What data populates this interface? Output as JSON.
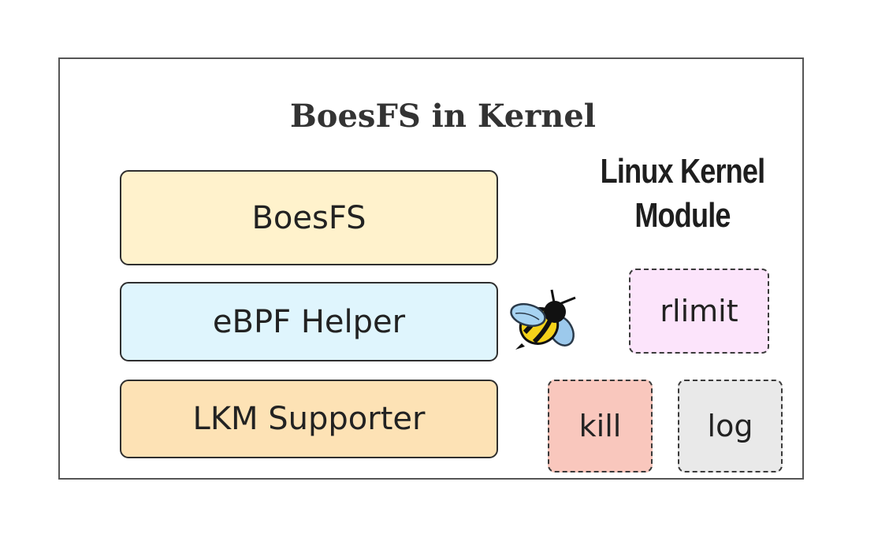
{
  "diagram": {
    "title": "BoesFS in Kernel",
    "module_group_title": "Linux Kernel Module",
    "layers": [
      {
        "label": "BoesFS",
        "color": "#fff2cc"
      },
      {
        "label": "eBPF Helper",
        "color": "#dff5fd"
      },
      {
        "label": "LKM Supporter",
        "color": "#fde2b5"
      }
    ],
    "modules": [
      {
        "label": "rlimit",
        "color": "#fce4fb"
      },
      {
        "label": "kill",
        "color": "#f9c7bd"
      },
      {
        "label": "log",
        "color": "#e9e9e9"
      }
    ],
    "mascot_icon": "bee-icon"
  }
}
